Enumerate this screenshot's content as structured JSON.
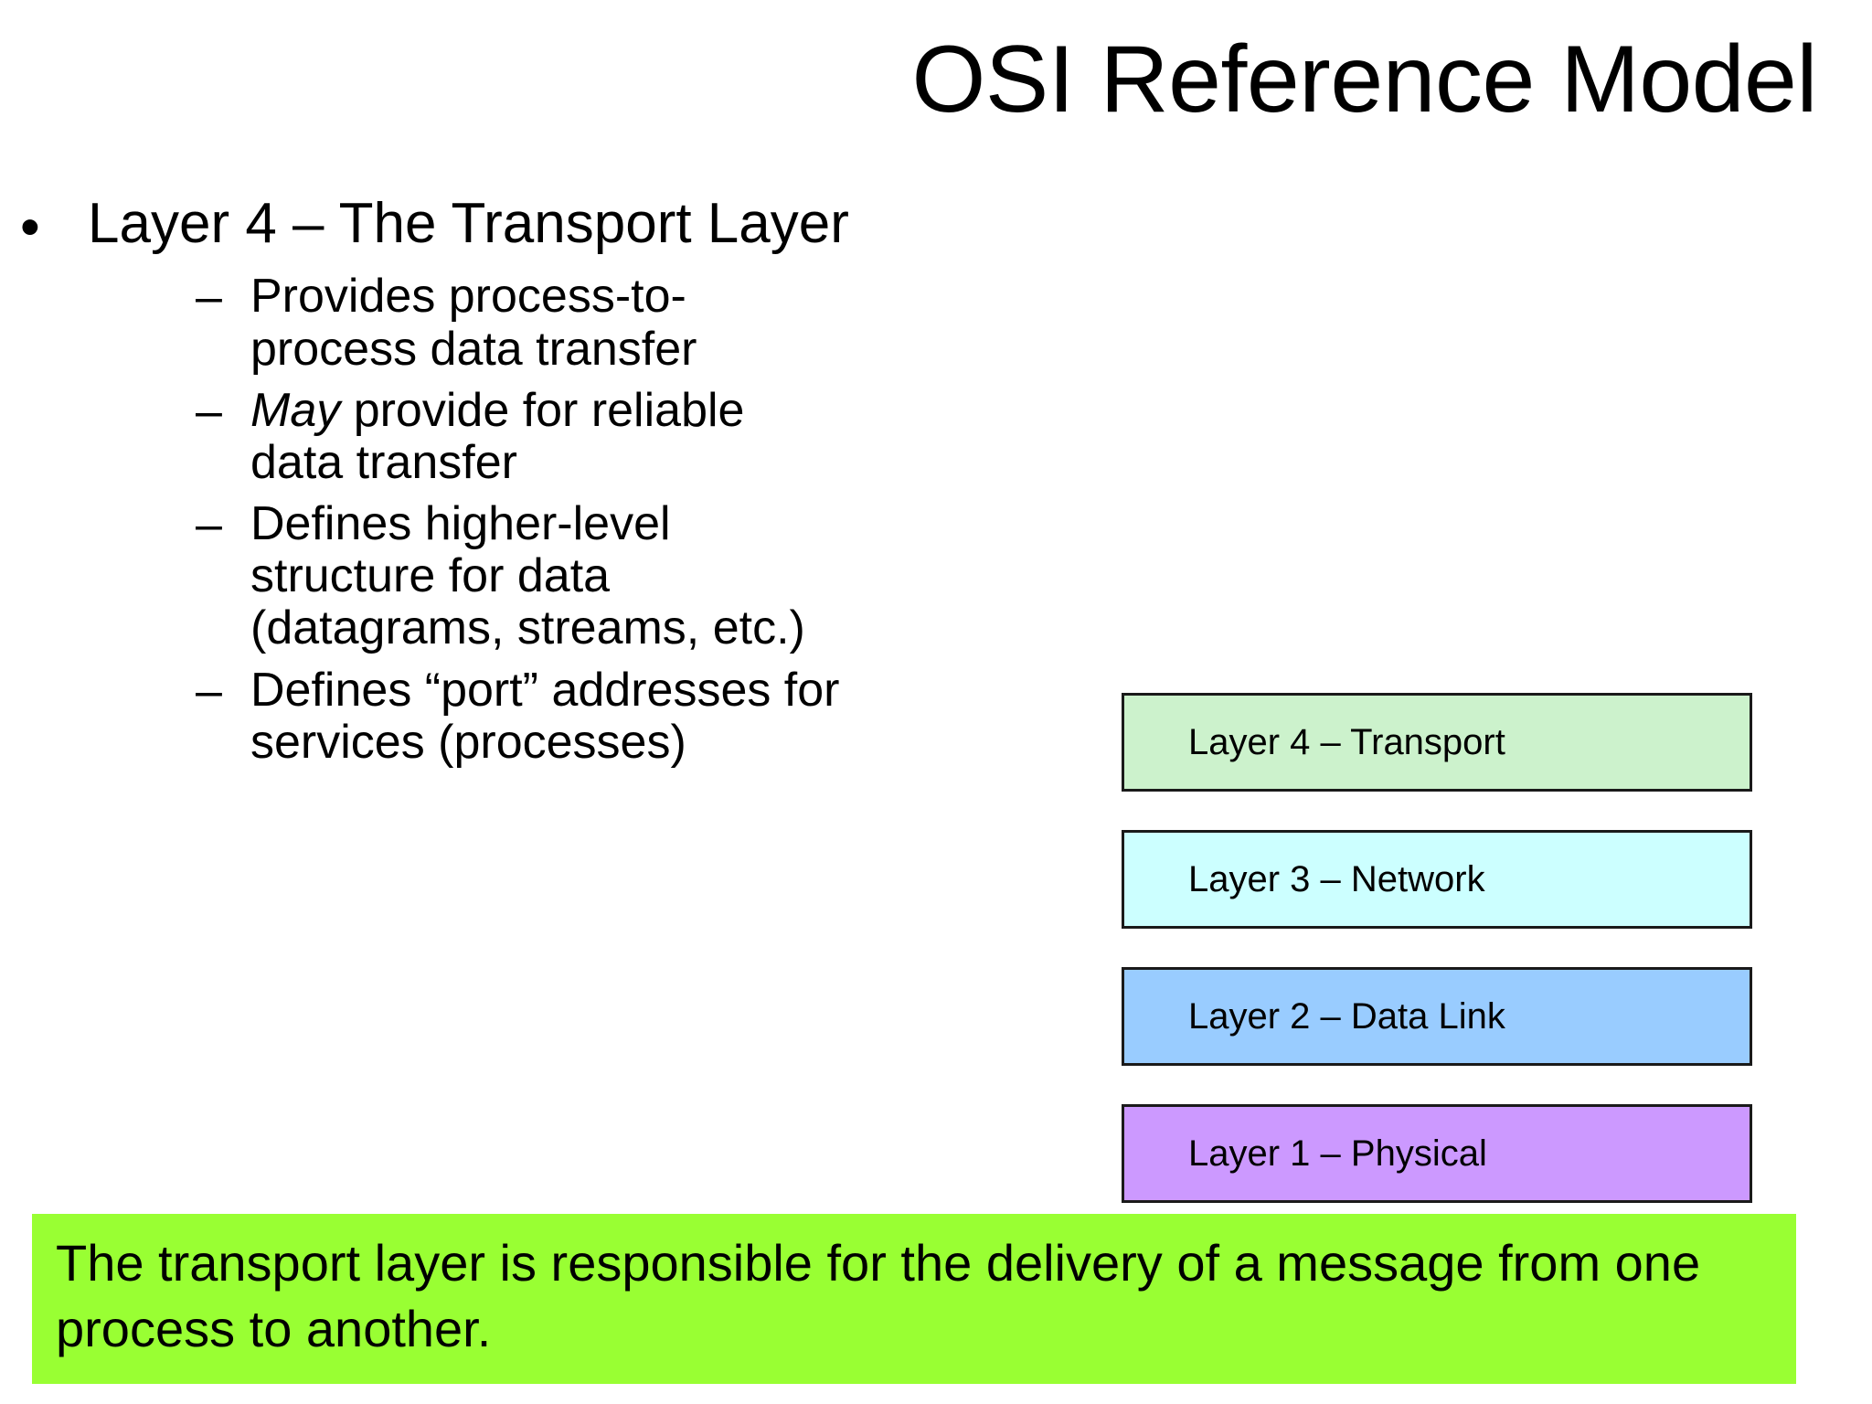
{
  "slide": {
    "title": "OSI Reference Model",
    "background_color": "#FFFFFF"
  },
  "body": {
    "bullets": [
      {
        "level": 1,
        "marker": "•",
        "text": "Layer 4 – The Transport Layer",
        "sub_bullets": [
          {
            "marker": "–",
            "text": "Provides process-to-process data transfer",
            "emphasis": ""
          },
          {
            "marker": "–",
            "text": " provide for reliable data transfer",
            "emphasis": "May"
          },
          {
            "marker": "–",
            "text": "Defines higher-level structure for data (datagrams, streams, etc.)",
            "emphasis": ""
          },
          {
            "marker": "–",
            "text": "Defines “port” addresses for services (processes)",
            "emphasis": ""
          }
        ]
      }
    ]
  },
  "layer_stack": {
    "boxes": [
      {
        "id": "layer-4",
        "label": "Layer 4 – Transport",
        "fill": "#CCF2CC",
        "border": "#1A1A1A"
      },
      {
        "id": "layer-3",
        "label": "Layer 3 – Network",
        "fill": "#CCFFFF",
        "border": "#1A1A1A"
      },
      {
        "id": "layer-2",
        "label": "Layer 2 – Data Link",
        "fill": "#99CCFF",
        "border": "#1A1A1A"
      },
      {
        "id": "layer-1",
        "label": "Layer 1 – Physical",
        "fill": "#CC99FF",
        "border": "#1A1A1A"
      }
    ]
  },
  "summary": {
    "text": "The transport layer is responsible for the delivery of a message from one process to another.",
    "background_color": "#99FF33",
    "text_color": "#000000"
  }
}
